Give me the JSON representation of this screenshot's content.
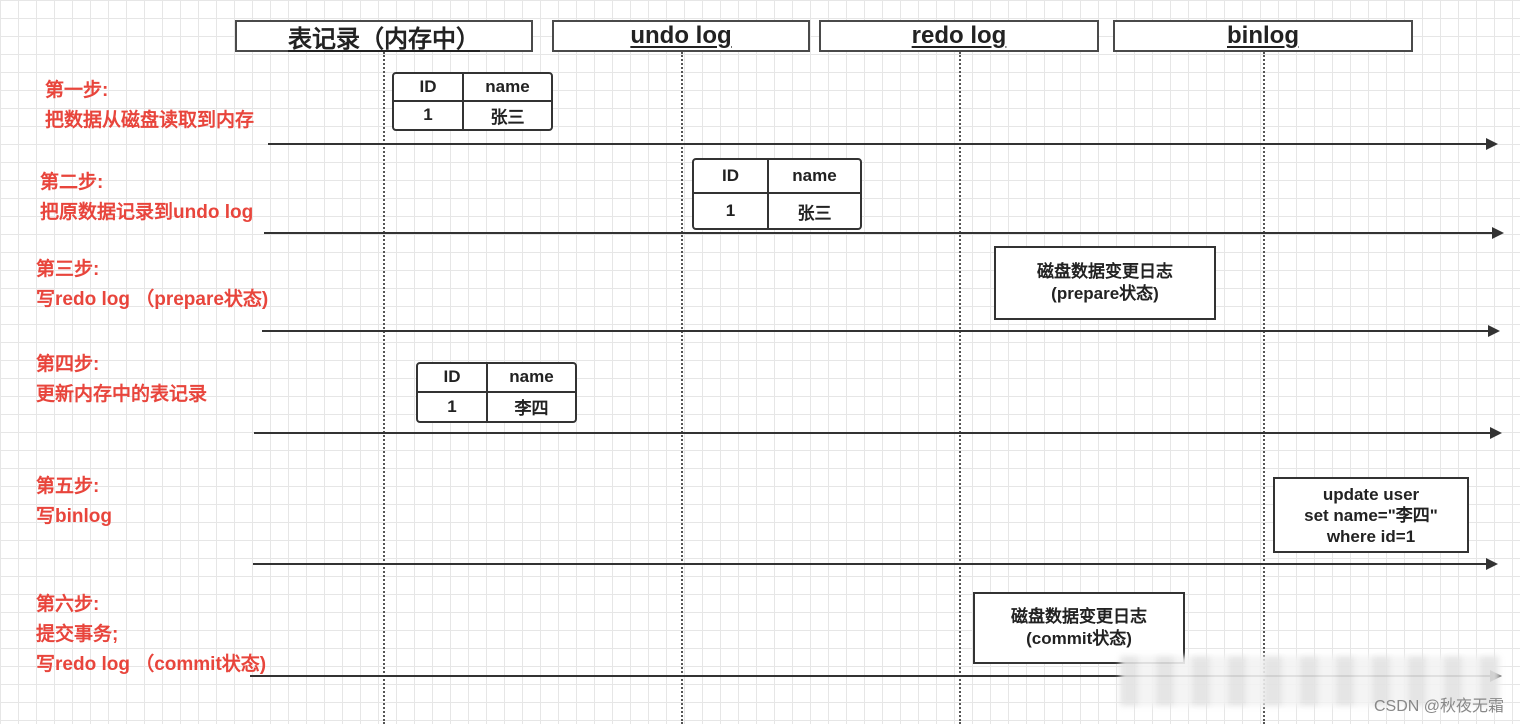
{
  "columns": [
    {
      "id": "memory",
      "label": "表记录（内存中）"
    },
    {
      "id": "undo",
      "label": "undo log"
    },
    {
      "id": "redo",
      "label": "redo log"
    },
    {
      "id": "binlog",
      "label": "binlog"
    }
  ],
  "steps": [
    {
      "title": "第一步:",
      "lines": [
        "把数据从磁盘读取到内存"
      ]
    },
    {
      "title": "第二步:",
      "lines": [
        "把原数据记录到undo log"
      ]
    },
    {
      "title": "第三步:",
      "lines": [
        "写redo log （prepare状态)"
      ]
    },
    {
      "title": "第四步:",
      "lines": [
        "更新内存中的表记录"
      ]
    },
    {
      "title": "第五步:",
      "lines": [
        "写binlog"
      ]
    },
    {
      "title": "第六步:",
      "lines": [
        "提交事务;",
        "写redo log （commit状态)"
      ]
    }
  ],
  "tables": [
    {
      "headers": [
        "ID",
        "name"
      ],
      "row": [
        "1",
        "张三"
      ]
    },
    {
      "headers": [
        "ID",
        "name"
      ],
      "row": [
        "1",
        "张三"
      ]
    },
    {
      "headers": [
        "ID",
        "name"
      ],
      "row": [
        "1",
        "李四"
      ]
    }
  ],
  "notes": {
    "redo_prepare": [
      "磁盘数据变更日志",
      "(prepare状态)"
    ],
    "binlog_sql": [
      "update user",
      "set name=\"李四\"",
      "where id=1"
    ],
    "redo_commit": [
      "磁盘数据变更日志",
      "(commit状态)"
    ]
  },
  "watermark": "CSDN @秋夜无霜",
  "colors": {
    "step_label": "#e8453c",
    "line": "#333333",
    "grid": "#e6e6e6"
  }
}
